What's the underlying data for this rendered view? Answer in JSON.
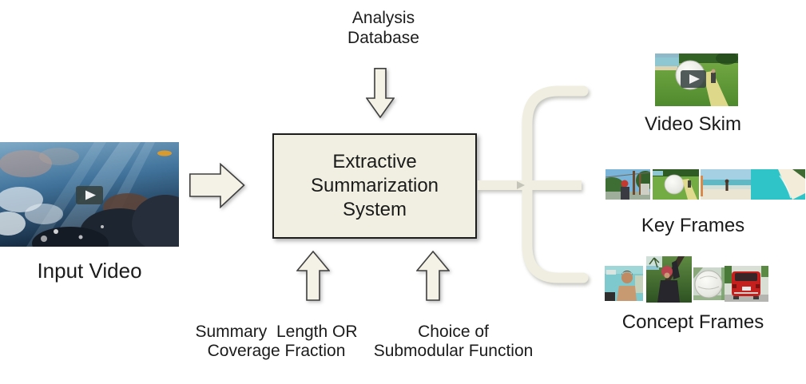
{
  "colors": {
    "background": "#ffffff",
    "box_fill": "#f0efe2",
    "box_border": "#1d1d1d",
    "arrow_fill": "#f4f2e6",
    "arrow_outline": "#3f3f3f",
    "brace": "#efeee0",
    "text": "#1b1b1b"
  },
  "icons": {
    "play_icon": "▶"
  },
  "input": {
    "label": "Input Video"
  },
  "analysis_database": {
    "line1": "Analysis",
    "line2": "Database"
  },
  "system_box": {
    "line1": "Extractive",
    "line2": "Summarization",
    "line3": "System"
  },
  "parameters": {
    "summary_length": {
      "line1": "Summary  Length OR",
      "line2": "Coverage Fraction"
    },
    "submodular": {
      "line1": "Choice of",
      "line2": "Submodular Function"
    }
  },
  "outputs": {
    "video_skim": "Video Skim",
    "key_frames": "Key Frames",
    "concept_frames": "Concept Frames"
  }
}
